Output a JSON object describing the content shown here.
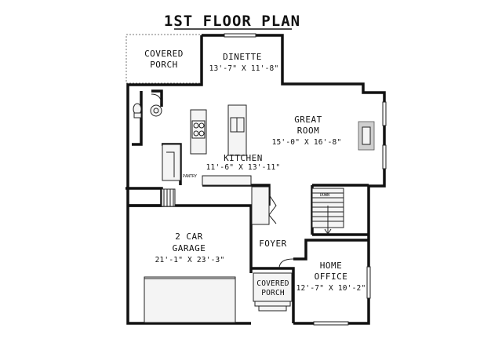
{
  "title": "1ST FLOOR PLAN",
  "rooms": {
    "covered_porch_back": {
      "line1": "COVERED",
      "line2": "PORCH"
    },
    "dinette": {
      "name": "DINETTE",
      "dims": "13'-7\" X 11'-8\""
    },
    "great_room": {
      "line1": "GREAT",
      "line2": "ROOM",
      "dims": "15'-0\" X 16'-8\""
    },
    "kitchen": {
      "name": "KITCHEN",
      "dims": "11'-6\" X 13'-11\""
    },
    "pantry": {
      "name": "PANTRY"
    },
    "garage": {
      "line1": "2 CAR",
      "line2": "GARAGE",
      "dims": "21'-1\" X 23'-3\""
    },
    "foyer": {
      "name": "FOYER"
    },
    "home_office": {
      "line1": "HOME",
      "line2": "OFFICE",
      "dims": "12'-7\" X 10'-2\""
    },
    "covered_porch_front": {
      "line1": "COVERED",
      "line2": "PORCH"
    },
    "stairs": {
      "label": "DOWN"
    }
  }
}
